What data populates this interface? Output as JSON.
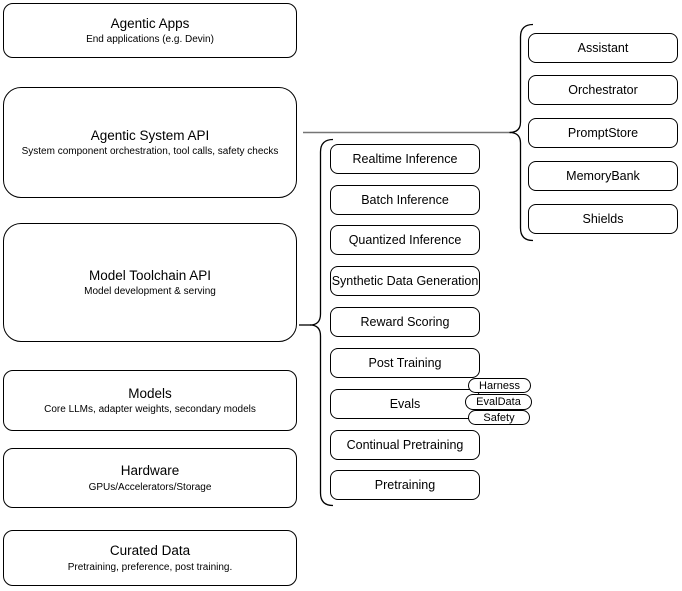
{
  "diagram": {
    "left_stack": [
      {
        "title": "Agentic Apps",
        "subtitle": "End applications (e.g. Devin)"
      },
      {
        "title": "Agentic System API",
        "subtitle": "System component orchestration, tool calls, safety checks"
      },
      {
        "title": "Model Toolchain API",
        "subtitle": "Model development & serving"
      },
      {
        "title": "Models",
        "subtitle": "Core LLMs, adapter weights, secondary models"
      },
      {
        "title": "Hardware",
        "subtitle": "GPUs/Accelerators/Storage"
      },
      {
        "title": "Curated Data",
        "subtitle": "Pretraining, preference, post training."
      }
    ],
    "system_api_components": [
      "Assistant",
      "Orchestrator",
      "PromptStore",
      "MemoryBank",
      "Shields"
    ],
    "toolchain_components": [
      "Realtime Inference",
      "Batch Inference",
      "Quantized Inference",
      "Synthetic Data Generation",
      "Reward Scoring",
      "Post Training",
      "Evals",
      "Continual Pretraining",
      "Pretraining"
    ],
    "evals_tags": [
      "Harness",
      "EvalData",
      "Safety"
    ],
    "colors": {
      "stroke": "#000000",
      "background": "#ffffff",
      "connector_line": "#757575"
    }
  }
}
